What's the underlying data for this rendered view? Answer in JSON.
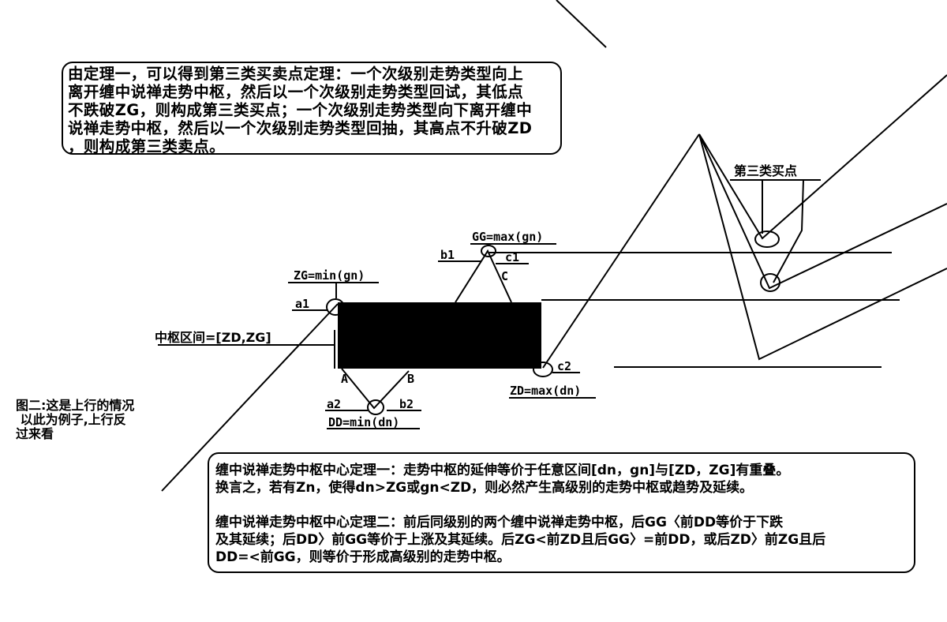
{
  "theorem_box": {
    "lines": [
      "由定理一，可以得到第三类买卖点定理：一个次级别走势类型向上",
      "离开缠中说禅走势中枢，然后以一个次级别走势类型回试，其低点",
      "不跌破ZG，则构成第三类买点；一个次级别走势类型向下离开缠中",
      "说禅走势中枢，然后以一个次级别走势类型回抽，其高点不升破ZD",
      "，则构成第三类卖点。"
    ]
  },
  "center_theorems": {
    "theorem1": [
      "缠中说禅走势中枢中心定理一：走势中枢的延伸等价于任意区间[dn，gn]与[ZD，ZG]有重叠。",
      "换言之，若有Zn，使得dn>ZG或gn<ZD，则必然产生高级别的走势中枢或趋势及延续。"
    ],
    "theorem2": [
      "缠中说禅走势中枢中心定理二：前后同级别的两个缠中说禅走势中枢，后GG〈前DD等价于下跌",
      "及其延续；后DD〉前GG等价于上涨及其延续。后ZG<前ZD且后GG〉=前DD，或后ZD〉前ZG且后",
      "DD=<前GG，则等价于形成高级别的走势中枢。"
    ]
  },
  "side_note": [
    "图二:这是上行的情况",
    " 以此为例子,上行反",
    "过来看"
  ],
  "labels": {
    "zg": "ZG=min(gn)",
    "a1": "a1",
    "pivot_range": "中枢区间=[ZD,ZG]",
    "gg": "GG=max(gn)",
    "b1": "b1",
    "c1": "c1",
    "C": "C",
    "A": "A",
    "B": "B",
    "a2": "a2",
    "b2": "b2",
    "dd": "DD=min(dn)",
    "c2": "c2",
    "zd": "ZD=max(dn)",
    "third_buy": "第三类买点"
  }
}
